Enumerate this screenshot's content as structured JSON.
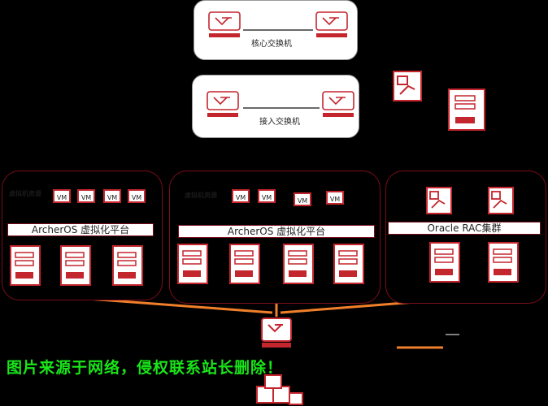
{
  "switches": {
    "core": {
      "label": "核心交换机"
    },
    "access": {
      "label": "接入交换机"
    }
  },
  "clusters": [
    {
      "platform_label": "ArcherOS 虚拟化平台",
      "tag": "虚拟机资源",
      "vms": [
        "VM",
        "VM",
        "VM",
        "VM"
      ]
    },
    {
      "platform_label": "ArcherOS 虚拟化平台",
      "tag": "虚拟机资源",
      "vms": [
        "VM",
        "VM",
        "VM",
        "VM"
      ]
    },
    {
      "platform_label": "Oracle RAC集群"
    }
  ],
  "watermark": {
    "text": "图片来源于网络，侵权联系站长删除！"
  },
  "colors": {
    "accent": "#c4262e",
    "line": "#f07f2a",
    "frame": "#7a0d1a"
  }
}
